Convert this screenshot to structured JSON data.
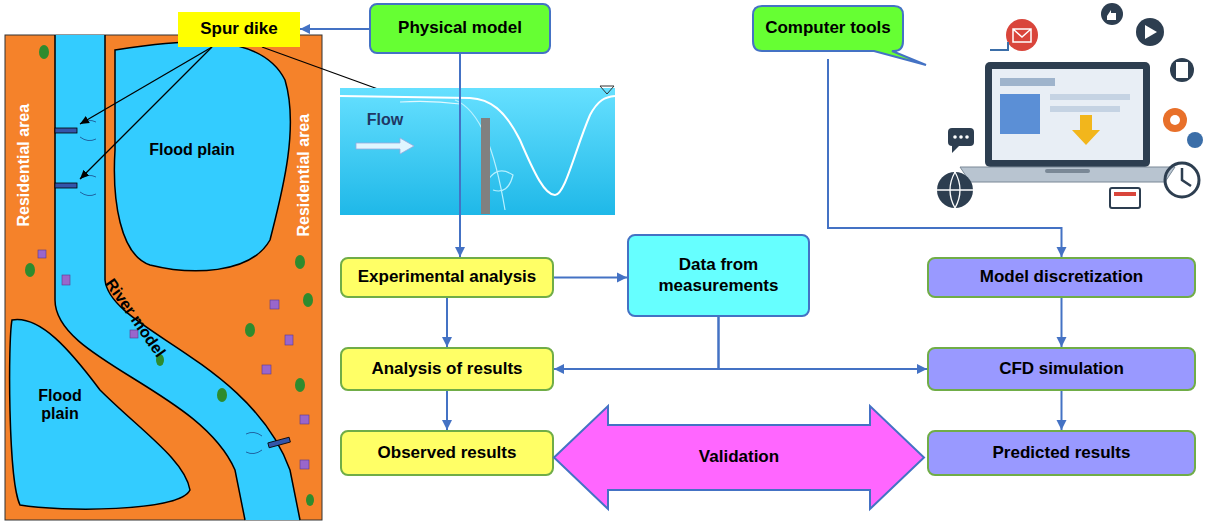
{
  "diagram": {
    "nodes": [
      {
        "text": [
          "Spur dike"
        ]
      },
      {
        "text": [
          "Physical model"
        ]
      },
      {
        "text": [
          "Computer tools"
        ]
      },
      {
        "text": [
          "Experimental analysis"
        ]
      },
      {
        "text": [
          "Data from measurements"
        ]
      },
      {
        "text": [
          "Model discretization"
        ]
      },
      {
        "text": [
          "Analysis of results"
        ]
      },
      {
        "text": [
          "CFD simulation"
        ]
      },
      {
        "text": [
          "Observed results"
        ]
      },
      {
        "text": [
          "Validation"
        ]
      },
      {
        "text": [
          "Predicted results"
        ]
      }
    ],
    "edges": [
      {
        "from": 1,
        "to": 3,
        "arrow": "to"
      },
      {
        "from": 2,
        "to": 5,
        "arrow": "to"
      },
      {
        "from": 3,
        "to": 4,
        "arrow": "to"
      },
      {
        "from": 3,
        "to": 6,
        "arrow": "to"
      },
      {
        "from": 4,
        "to": 6,
        "arrow": "to"
      },
      {
        "from": 4,
        "to": 7,
        "arrow": "to"
      },
      {
        "from": 6,
        "to": 8,
        "arrow": "to"
      },
      {
        "from": 5,
        "to": 7,
        "arrow": "to"
      },
      {
        "from": 7,
        "to": 10,
        "arrow": "to"
      },
      {
        "from": 1,
        "to": 0,
        "arrow": "to"
      }
    ],
    "labels": [
      "Residential area",
      "Residential area",
      "Flood plain",
      "Flood plain",
      "River model",
      "Flow"
    ]
  }
}
